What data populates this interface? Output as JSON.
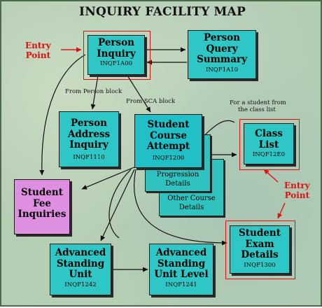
{
  "title": "INQUIRY FACILITY MAP",
  "entry_label": [
    "Entry",
    "Point"
  ],
  "nodes": {
    "person_inquiry": {
      "lines": [
        "Person",
        "Inquiry"
      ],
      "code": "INQF1A00"
    },
    "person_query_summary": {
      "lines": [
        "Person",
        "Query",
        "Summary"
      ],
      "code": "INQF1A10"
    },
    "person_address_inquiry": {
      "lines": [
        "Person",
        "Address",
        "Inquiry"
      ],
      "code": "INQF1110"
    },
    "student_course_attempt": {
      "lines": [
        "Student",
        "Course",
        "Attempt"
      ],
      "code": "INQF1200"
    },
    "progression_details": {
      "lines": [
        "Progression",
        "Details"
      ]
    },
    "other_course_details": {
      "lines": [
        "Other Course",
        "Details"
      ]
    },
    "class_list": {
      "lines": [
        "Class",
        "List"
      ],
      "code": "INQF12E0"
    },
    "student_fee_inquiries": {
      "lines": [
        "Student",
        "Fee",
        "Inquiries"
      ]
    },
    "student_exam_details": {
      "lines": [
        "Student",
        "Exam",
        "Details"
      ],
      "code": "INQF1300"
    },
    "advanced_standing_unit": {
      "lines": [
        "Advanced",
        "Standing",
        "Unit"
      ],
      "code": "INQF1242"
    },
    "advanced_standing_unit_level": {
      "lines": [
        "Advanced",
        "Standing",
        "Unit Level"
      ],
      "code": "INQF1241"
    }
  },
  "edge_labels": {
    "from_person_block": "From Person block",
    "from_sca_block": "From SCA block",
    "for_student_class_list": [
      "For a student from",
      "the class list"
    ]
  },
  "colors": {
    "box_teal": "#2ec7c5",
    "box_pink": "#df8fe0",
    "entry_red": "#e01010",
    "background": "#b3ccb4"
  }
}
